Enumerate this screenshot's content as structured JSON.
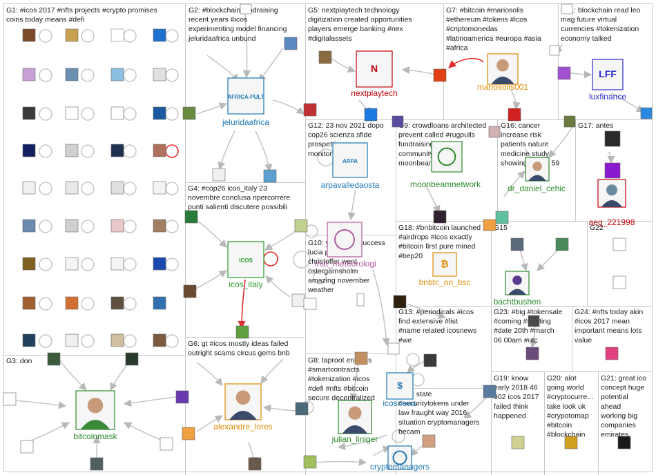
{
  "groups": [
    {
      "id": "G1",
      "lines": [
        "G1: #icos 2017 #nfts projects #crypto promises",
        "coins today means #defi"
      ]
    },
    {
      "id": "G2",
      "lines": [
        "G2: #blockchain fundraising",
        "recent years #icos",
        "experimenting model financing",
        "jeluridaafrica unbund"
      ]
    },
    {
      "id": "G5",
      "lines": [
        "G5: nextplaytech technology",
        "digitization created opportunities",
        "players emerge banking #nex",
        "#digitalassets"
      ]
    },
    {
      "id": "G7",
      "lines": [
        "G7: #bitcoin #mariosolis",
        "#ethereum #tokens #icos",
        "#criptomonedas",
        "#latinoamerica #europa #asia",
        "#africa"
      ]
    },
    {
      "id": "G11",
      "lines": [
        "G11: blockchain read leo",
        "mag future virtual",
        "currencies #tokenization",
        "economy talked"
      ]
    },
    {
      "id": "G12",
      "lines": [
        "G12: 23 nov 2021 dopo",
        "cop26 scienza sfide",
        "prospettive",
        "monitoraggio dei"
      ]
    },
    {
      "id": "G9",
      "lines": [
        "G9: crowdloans architected",
        "prevent called #rugpulls",
        "fundraising method",
        "community related",
        "moonbeamnetwork"
      ]
    },
    {
      "id": "G16",
      "lines": [
        "G16: cancer",
        "increase risk",
        "patients nature",
        "medicine study",
        "showing breast 59"
      ]
    },
    {
      "id": "G17",
      "lines": [
        "G17: antes"
      ]
    },
    {
      "id": "G4",
      "lines": [
        "G4: #cop26 icos_italy 23",
        "novembre conclusa ripercorrere",
        "punti salienti discutere possibili"
      ]
    },
    {
      "id": "G10",
      "lines": [
        "G10: yesterday success",
        "lucia panagiotis",
        "christoffer went",
        "östergarnsholm",
        "amazing november",
        "weather"
      ]
    },
    {
      "id": "G18",
      "lines": [
        "G18: #bnbitcoin launched",
        "#airdrops #icos exactly",
        "#bitcoin first pure mined",
        "#bep20"
      ]
    },
    {
      "id": "G15",
      "lines": [
        "G15"
      ]
    },
    {
      "id": "G22",
      "lines": [
        "G22"
      ]
    },
    {
      "id": "G13",
      "lines": [
        "G13: #periodicals #icos",
        "find extensive #list",
        "#name related icosnews",
        "#we"
      ]
    },
    {
      "id": "G23",
      "lines": [
        "G23: #big #tokensale",
        "#coming #starting",
        "#date 20th #march",
        "06 00am #utc"
      ]
    },
    {
      "id": "G24",
      "lines": [
        "G24: #nfts today akin",
        "#icos 2017 mean",
        "important means lots",
        "value"
      ]
    },
    {
      "id": "G3",
      "lines": [
        "G3: don"
      ]
    },
    {
      "id": "G6",
      "lines": [
        "G6: gt #icos mostly ideas failed",
        "outright scams circus gems bnb"
      ]
    },
    {
      "id": "G8",
      "lines": [
        "G8: taproot enables",
        "#smartcontracts",
        "#tokenization #icos",
        "#defi #nfts #bitcoin",
        "secure decentralized"
      ]
    },
    {
      "id": "G14",
      "lines": [
        "G14: state",
        "#securitytokens under",
        "law fraught way 2016",
        "situation cryptomanagers",
        "becam"
      ]
    },
    {
      "id": "G19",
      "lines": [
        "G19: know",
        "early 2018 46",
        "902 icos 2017",
        "failed think",
        "happened"
      ]
    },
    {
      "id": "G20",
      "lines": [
        "G20: alot",
        "going world",
        "#cryptocurre...",
        "take look uk",
        "#crypotomap",
        "#bitcoin",
        "#blockchain"
      ]
    },
    {
      "id": "G21",
      "lines": [
        "G21: great ico",
        "concept huge",
        "potential",
        "ahead",
        "working big",
        "companies",
        "emirates"
      ]
    }
  ],
  "hubs": [
    {
      "id": "jeluridaafrica",
      "label": "jeluridaafrica",
      "color": "#1f77b4",
      "icon": "africa-pult-logo",
      "icon_text": "AFRICA-PULT"
    },
    {
      "id": "nextplaytech",
      "label": "nextplaytech",
      "color": "#c0000a",
      "icon": "nextplay-n-logo",
      "icon_text": "N"
    },
    {
      "id": "mariosolis001",
      "label": "mariosolis001",
      "color": "#e08a00",
      "icon": "portrait-avatar",
      "icon_text": ""
    },
    {
      "id": "luxfinance",
      "label": "luxfinance",
      "color": "#2b2bd0",
      "icon": "lff-logo",
      "icon_text": "LFF"
    },
    {
      "id": "arpavalledaosta",
      "label": "arpavalledaosta",
      "color": "#1f77b4",
      "icon": "arpa-logo",
      "icon_text": "ARPA"
    },
    {
      "id": "moonbeamnetwork",
      "label": "moonbeamnetwork",
      "color": "#2a8a2a",
      "icon": "moonbeam-logo",
      "icon_text": ""
    },
    {
      "id": "dr_daniel_cehic",
      "label": "dr_daniel_cehic",
      "color": "#2a8a2a",
      "icon": "portrait-avatar",
      "icon_text": ""
    },
    {
      "id": "aeg_221998",
      "label": "aeg_221998",
      "color": "#c0000a",
      "icon": "robot-avatar",
      "icon_text": ""
    },
    {
      "id": "icos_italy",
      "label": "icos_italy",
      "color": "#2a9a2a",
      "icon": "icos-logo",
      "icon_text": "ICOS"
    },
    {
      "id": "mat_meteorologi",
      "label": "mat_meteorologi",
      "color": "#b05aa0",
      "icon": "circle-logo",
      "icon_text": ""
    },
    {
      "id": "bnbtc_on_bsc",
      "label": "bnbtc_on_bsc",
      "color": "#e08a00",
      "icon": "bitcoin-logo",
      "icon_text": "₿"
    },
    {
      "id": "bachtbushen",
      "label": "bachtbushen",
      "color": "#2a8a2a",
      "icon": "cartoon-avatar",
      "icon_text": ""
    },
    {
      "id": "bitcoinmask",
      "label": "bitcoinmask",
      "color": "#2a8a2a",
      "icon": "masked-avatar",
      "icon_text": ""
    },
    {
      "id": "alexandre_lores",
      "label": "alexandre_lores",
      "color": "#e08a00",
      "icon": "portrait-avatar",
      "icon_text": ""
    },
    {
      "id": "julian_liniger",
      "label": "julian_liniger",
      "color": "#2a8a2a",
      "icon": "portrait-avatar",
      "icon_text": ""
    },
    {
      "id": "icosnews",
      "label": "icosnews",
      "color": "#1f77b4",
      "icon": "icos-dollar-logo",
      "icon_text": "$"
    },
    {
      "id": "cryptomanagers",
      "label": "cryptomanagers",
      "color": "#1f77b4",
      "icon": "lock-logo",
      "icon_text": ""
    }
  ],
  "colors": {
    "border": "#c8c8c8",
    "edge": "#c6c6c6",
    "edge_red": "#e22b2b",
    "loop": "#c8c8c8"
  }
}
